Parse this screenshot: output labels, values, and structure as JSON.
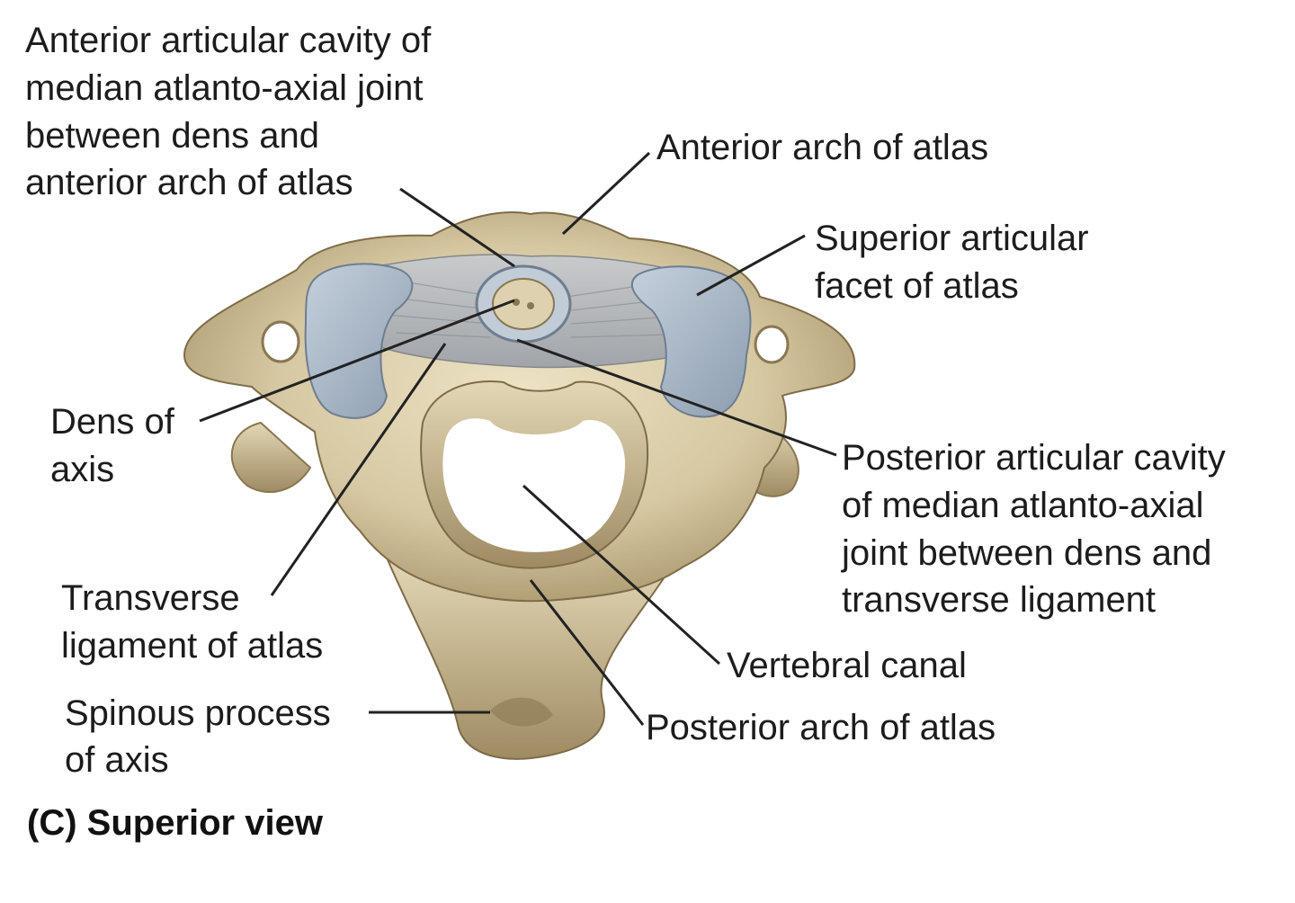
{
  "labels": {
    "anterior_cavity": [
      "Anterior articular cavity of",
      "median atlanto-axial joint",
      "between dens and",
      "anterior arch of atlas"
    ],
    "anterior_arch": [
      "Anterior arch of atlas"
    ],
    "superior_facet": [
      "Superior articular",
      "facet of atlas"
    ],
    "dens": [
      "Dens of",
      "axis"
    ],
    "posterior_cavity": [
      "Posterior articular cavity",
      "of median atlanto-axial",
      "joint between dens and",
      "transverse ligament"
    ],
    "transverse_ligament": [
      "Transverse",
      "ligament of atlas"
    ],
    "vertebral_canal": [
      "Vertebral canal"
    ],
    "spinous_process": [
      "Spinous process",
      "of axis"
    ],
    "posterior_arch": [
      "Posterior arch of atlas"
    ]
  },
  "caption": "(C) Superior view",
  "colors": {
    "bone": "#d8cba6",
    "bone_shadow": "#a8956a",
    "cartilage": "#a9b7c6",
    "ligament": "#b9bcc0"
  }
}
